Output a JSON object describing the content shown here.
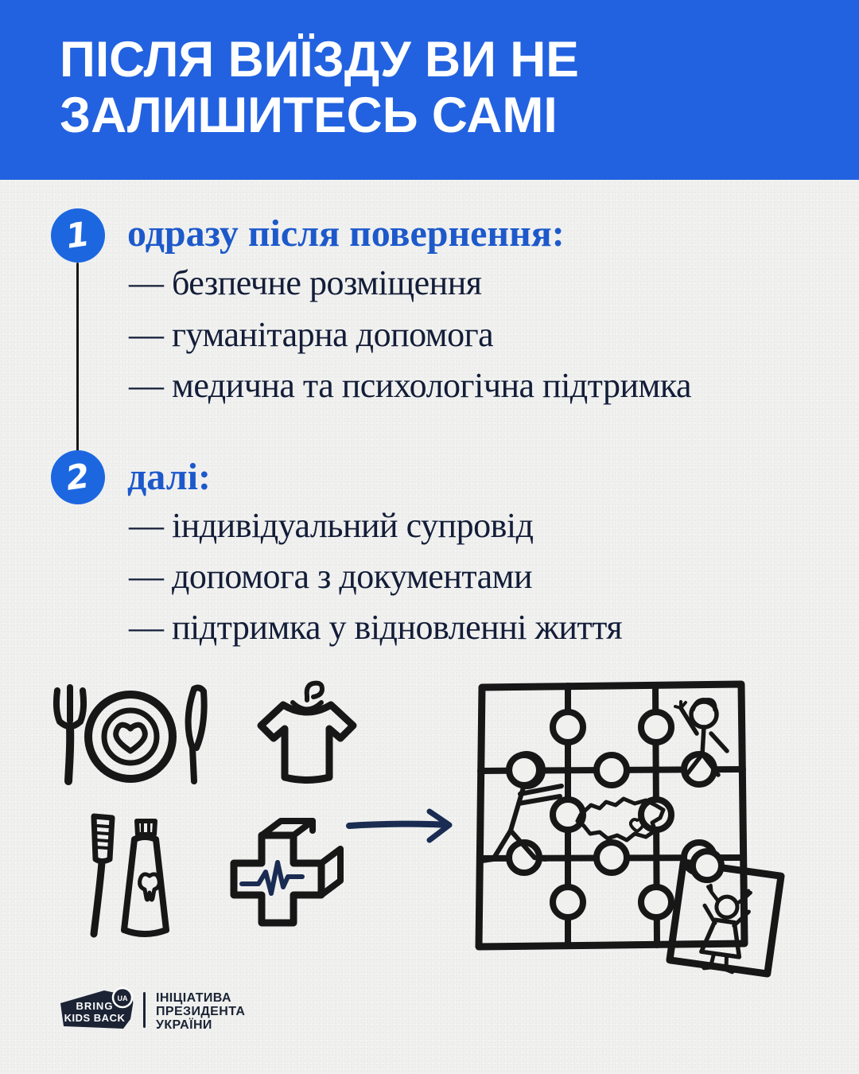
{
  "meta": {
    "type": "infographic-poster",
    "language": "uk"
  },
  "header": {
    "title_line1": "ПІСЛЯ ВИЇЗДУ ВИ НЕ",
    "title_line2": "ЗАЛИШИТЕСЬ САМІ"
  },
  "sections": [
    {
      "number": "1",
      "heading": "одразу після повернення:",
      "items": [
        "— безпечне розміщення",
        "— гуманітарна допомога",
        "— медична та психологічна підтримка"
      ]
    },
    {
      "number": "2",
      "heading": "далі:",
      "items": [
        "— індивідуальний супровід",
        "— допомога з документами",
        "— підтримка у відновленні життя"
      ]
    }
  ],
  "illustrations": {
    "icons": [
      "plate-with-heart-and-cutlery-icon",
      "tshirt-on-hanger-icon",
      "toothbrush-and-toothpaste-icon",
      "medical-cross-heartbeat-icon",
      "arrow-right-icon"
    ],
    "main_illustration": "puzzle-with-children-and-ukraine-map"
  },
  "footer": {
    "logo": {
      "line1": "BRING",
      "line2": "KIDS BACK",
      "badge": "UA"
    },
    "caption_lines": [
      "ІНІЦІАТИВА",
      "ПРЕЗИДЕНТА",
      "УКРАЇНИ"
    ]
  },
  "colors": {
    "header_blue": "#2262e0",
    "circle_blue": "#1c67e0",
    "heading_blue": "#1d59cb",
    "text_navy": "#131d38",
    "ink": "#171717",
    "navy_accent": "#1b2c52",
    "logo_navy": "#1b2334",
    "background": "#f0f1ef"
  }
}
